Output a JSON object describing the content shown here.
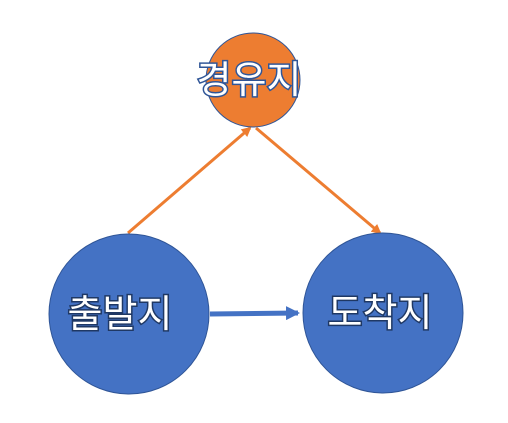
{
  "nodes": {
    "waypoint": {
      "label": "경유지",
      "color": "#ed7d31"
    },
    "origin": {
      "label": "출발지",
      "color": "#4472c4"
    },
    "destination": {
      "label": "도착지",
      "color": "#4472c4"
    }
  },
  "edges": [
    {
      "from": "origin",
      "to": "waypoint",
      "color": "#ed7d31"
    },
    {
      "from": "waypoint",
      "to": "destination",
      "color": "#ed7d31"
    },
    {
      "from": "origin",
      "to": "destination",
      "color": "#4472c4"
    }
  ]
}
